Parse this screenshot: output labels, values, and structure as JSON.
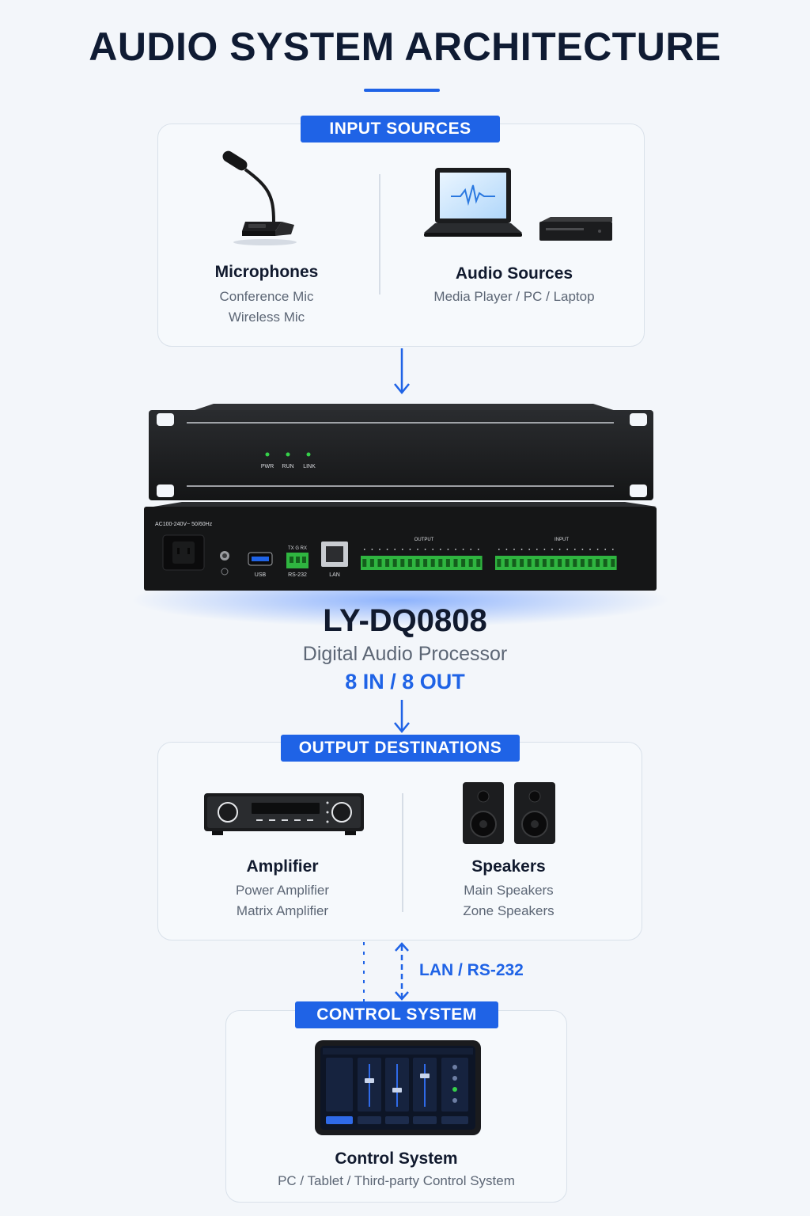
{
  "title": "AUDIO SYSTEM ARCHITECTURE",
  "input": {
    "badge": "INPUT SOURCES",
    "microphones": {
      "title": "Microphones",
      "lines": [
        "Conference Mic",
        "Wireless Mic"
      ]
    },
    "audio_sources": {
      "title": "Audio Sources",
      "lines": [
        "Media Player / PC / Laptop"
      ]
    }
  },
  "device": {
    "indicators": [
      "PWR",
      "RUN",
      "LINK"
    ],
    "power_label": "AC100-240V~ 50/60Hz",
    "port_labels": {
      "usb": "USB",
      "serial_pins": "TX G RX",
      "serial": "RS-232",
      "lan": "LAN",
      "output": "OUTPUT",
      "input": "INPUT"
    },
    "name": "LY-DQ0808",
    "description": "Digital Audio Processor",
    "io": "8 IN / 8 OUT"
  },
  "output": {
    "badge": "OUTPUT DESTINATIONS",
    "amplifier": {
      "title": "Amplifier",
      "lines": [
        "Power Amplifier",
        "Matrix Amplifier"
      ]
    },
    "speakers": {
      "title": "Speakers",
      "lines": [
        "Main Speakers",
        "Zone Speakers"
      ]
    }
  },
  "link_label": "LAN / RS-232",
  "control": {
    "badge": "CONTROL SYSTEM",
    "title": "Control System",
    "lines": [
      "PC / Tablet / Third-party Control System"
    ]
  },
  "colors": {
    "accent": "#1f63e6",
    "indicator": "#35d14a",
    "terminal": "#2fb540",
    "device": "#151617"
  }
}
